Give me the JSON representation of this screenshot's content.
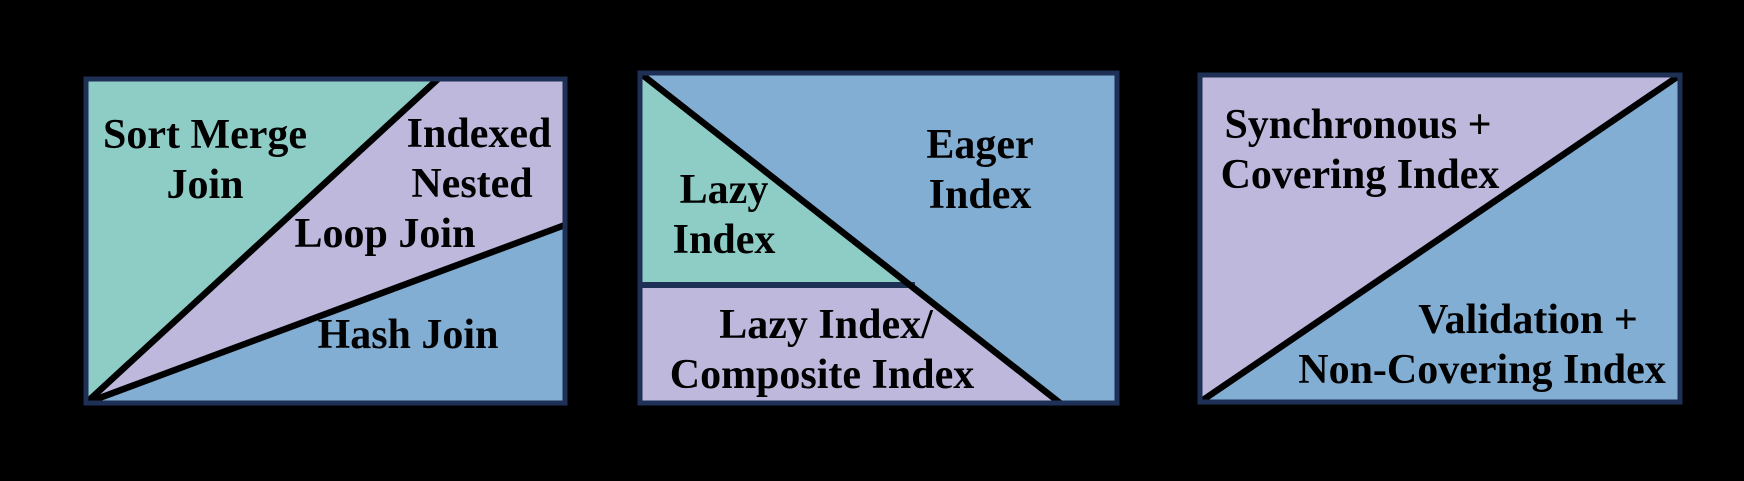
{
  "colors": {
    "background": "#000000",
    "teal": "#8ECDC6",
    "purple": "#BDB8DC",
    "blue": "#83AED3",
    "border": "#1E3055",
    "divider": "#000000",
    "label": "#000000"
  },
  "panels": [
    {
      "id": "join-algorithms",
      "regions": [
        {
          "id": "sort-merge-join",
          "color": "teal",
          "lines": [
            "Sort Merge",
            "Join"
          ]
        },
        {
          "id": "indexed-nested-loop-join",
          "color": "purple",
          "lines": [
            "Indexed",
            "Nested",
            "Loop Join"
          ]
        },
        {
          "id": "hash-join",
          "color": "blue",
          "lines": [
            "Hash Join"
          ]
        }
      ]
    },
    {
      "id": "index-strategies",
      "regions": [
        {
          "id": "lazy-index",
          "color": "teal",
          "lines": [
            "Lazy",
            "Index"
          ]
        },
        {
          "id": "eager-index",
          "color": "blue",
          "lines": [
            "Eager",
            "Index"
          ]
        },
        {
          "id": "lazy-index-composite-index",
          "color": "purple",
          "lines": [
            "Lazy Index/",
            "Composite Index"
          ]
        }
      ]
    },
    {
      "id": "covering-strategies",
      "regions": [
        {
          "id": "synchronous-covering-index",
          "color": "purple",
          "lines": [
            "Synchronous +",
            "Covering Index"
          ]
        },
        {
          "id": "validation-non-covering-index",
          "color": "blue",
          "lines": [
            "Validation +",
            "Non-Covering Index"
          ]
        }
      ]
    }
  ]
}
